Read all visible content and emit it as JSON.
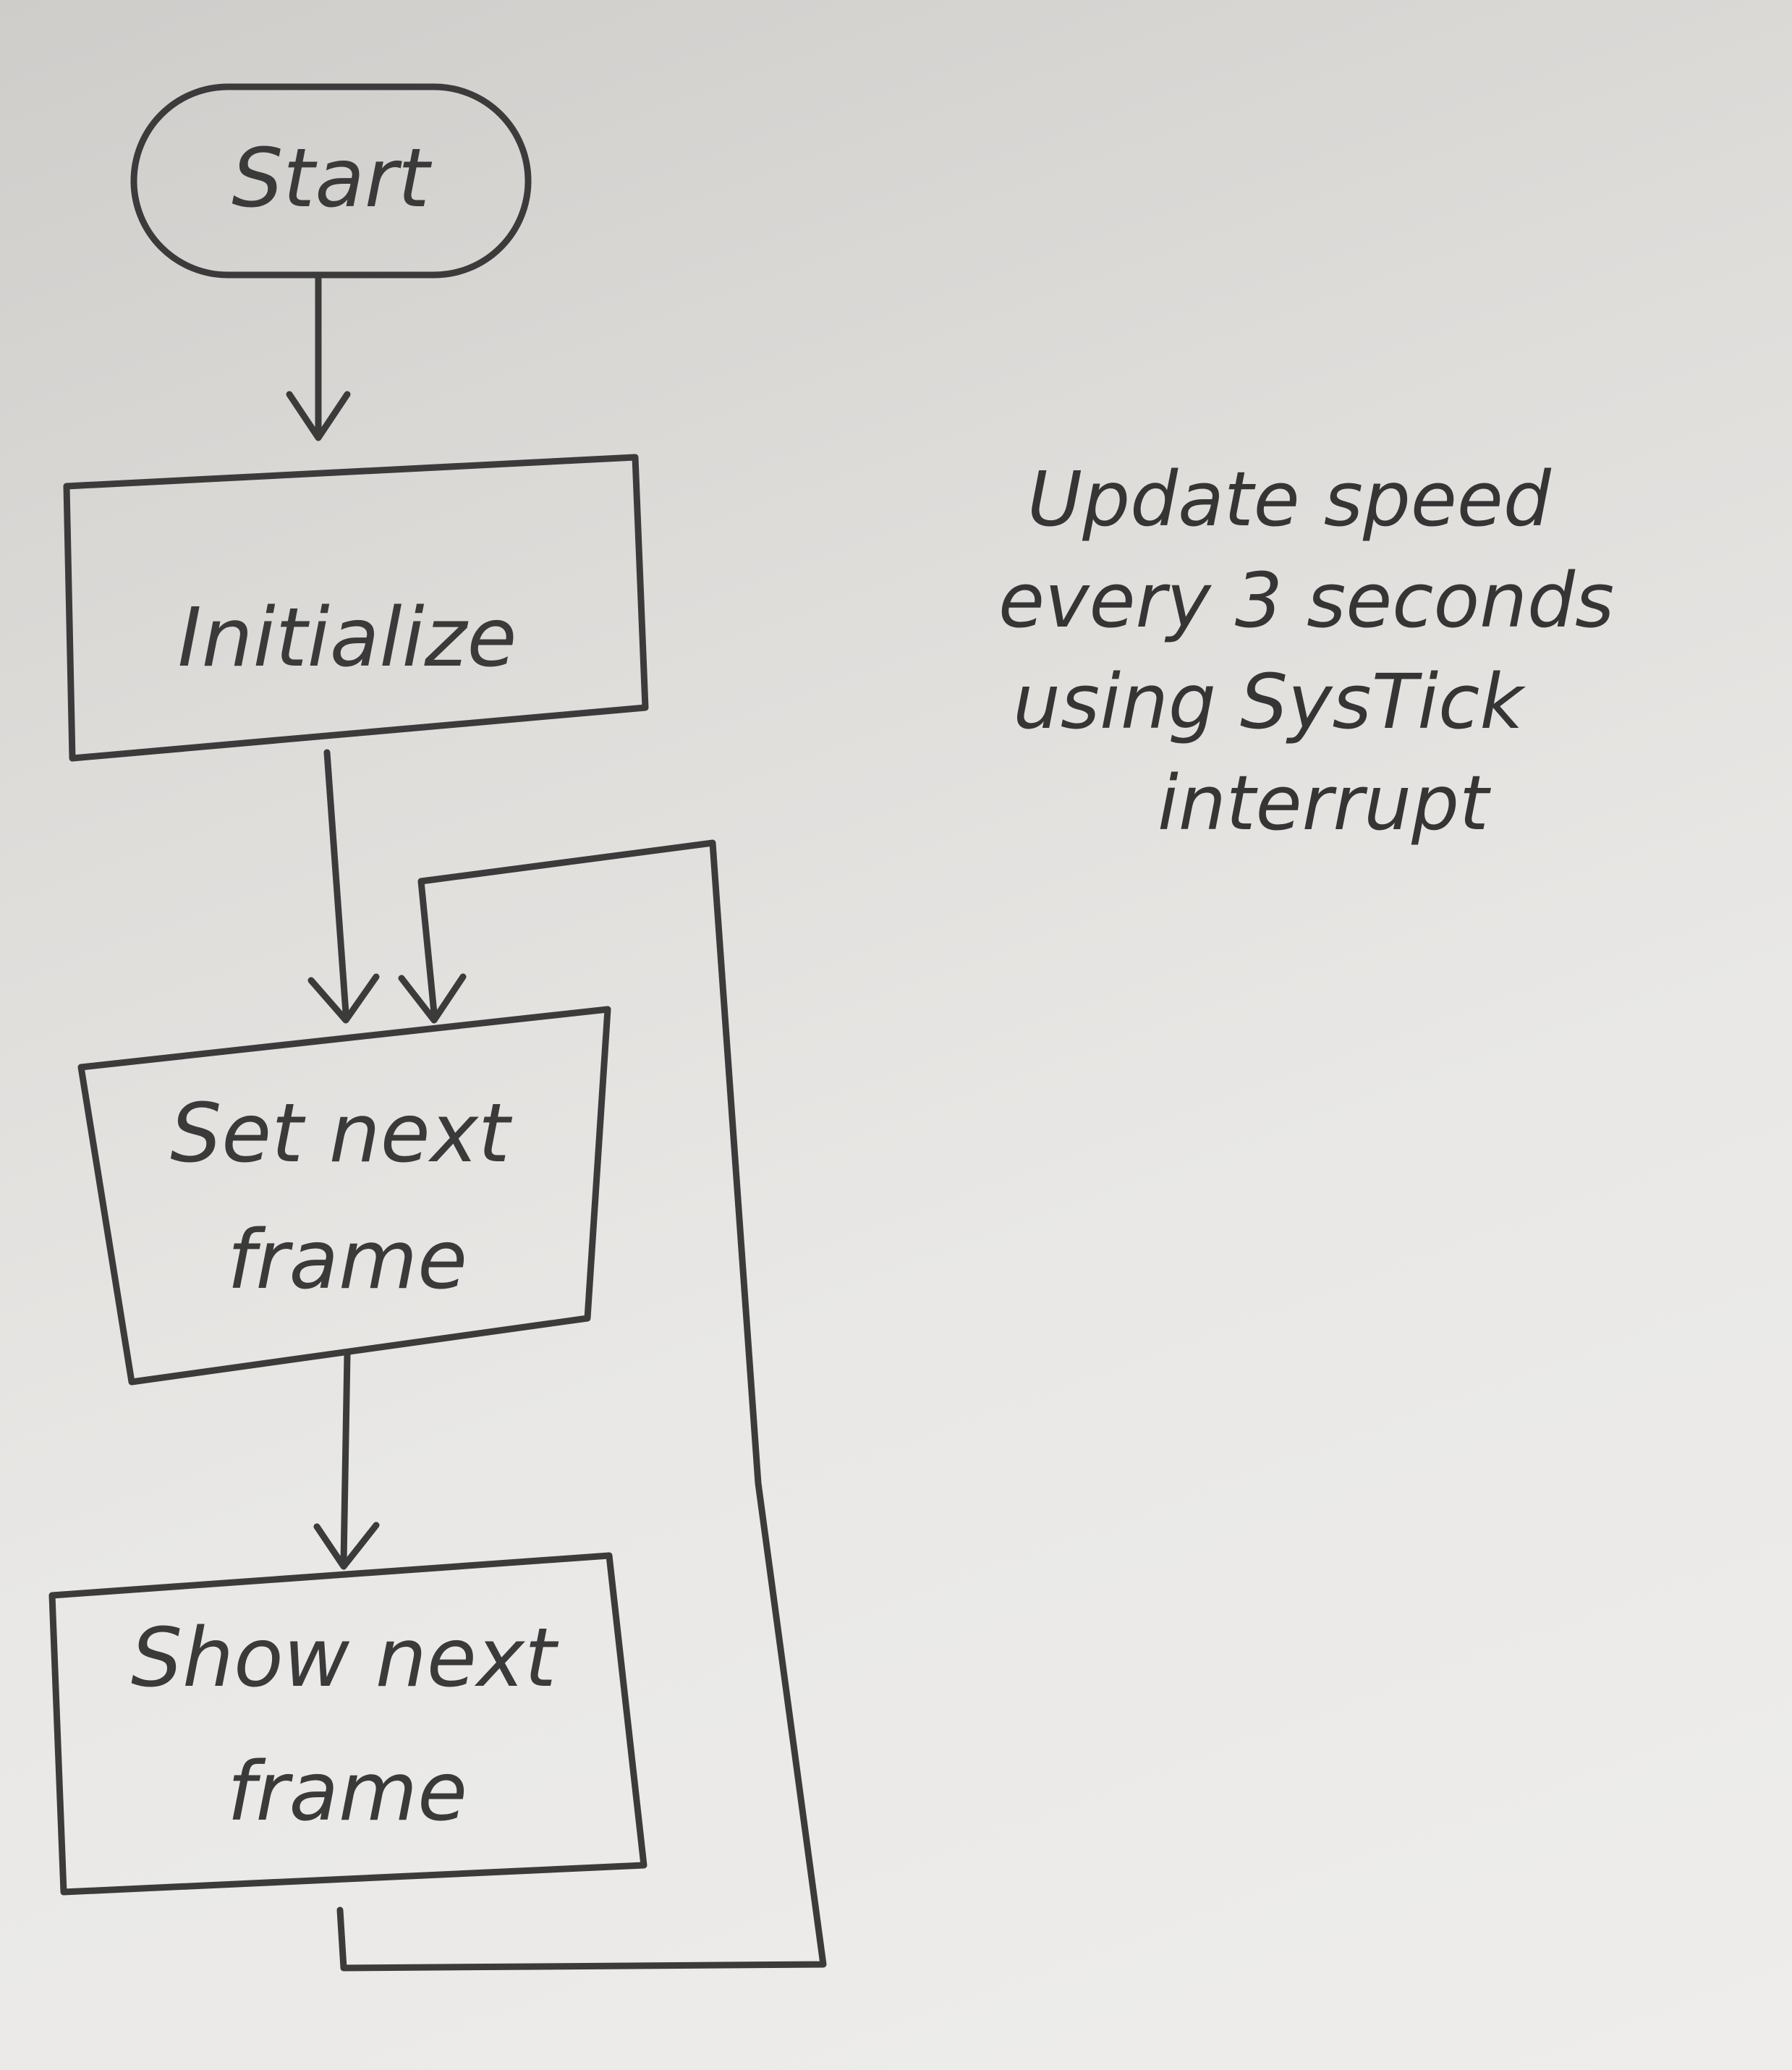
{
  "nodes": [
    {
      "id": "start",
      "type": "terminal",
      "label": "Start"
    },
    {
      "id": "initialize",
      "type": "process",
      "label": "Initialize"
    },
    {
      "id": "set_next_frame",
      "type": "process",
      "label_lines": [
        "Set next",
        "frame"
      ]
    },
    {
      "id": "show_next_frame",
      "type": "process",
      "label_lines": [
        "Show next",
        "frame"
      ]
    }
  ],
  "edges": [
    {
      "from": "start",
      "to": "initialize"
    },
    {
      "from": "initialize",
      "to": "set_next_frame"
    },
    {
      "from": "set_next_frame",
      "to": "show_next_frame"
    },
    {
      "from": "show_next_frame",
      "to": "set_next_frame",
      "kind": "loop"
    }
  ],
  "note": {
    "lines": [
      "Update speed",
      "every 3 seconds",
      "using SysTick",
      "interrupt"
    ]
  }
}
